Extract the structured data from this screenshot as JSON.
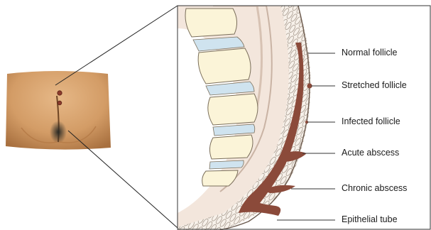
{
  "labels": {
    "normal_follicle": "Normal follicle",
    "stretched_follicle": "Stretched follicle",
    "infected_follicle": "Infected follicle",
    "acute_abscess": "Acute abscess",
    "chronic_abscess": "Chronic abscess",
    "epithelial_tube": "Epithelial tube"
  },
  "colors": {
    "skin": "#d9a36e",
    "skin_shadow": "#a56d3e",
    "lesion": "#8b4a3a",
    "bone": "#fbf4d8",
    "disc": "#cfe3ef",
    "tissue_line": "#6b5a4e",
    "frame": "#333333"
  }
}
